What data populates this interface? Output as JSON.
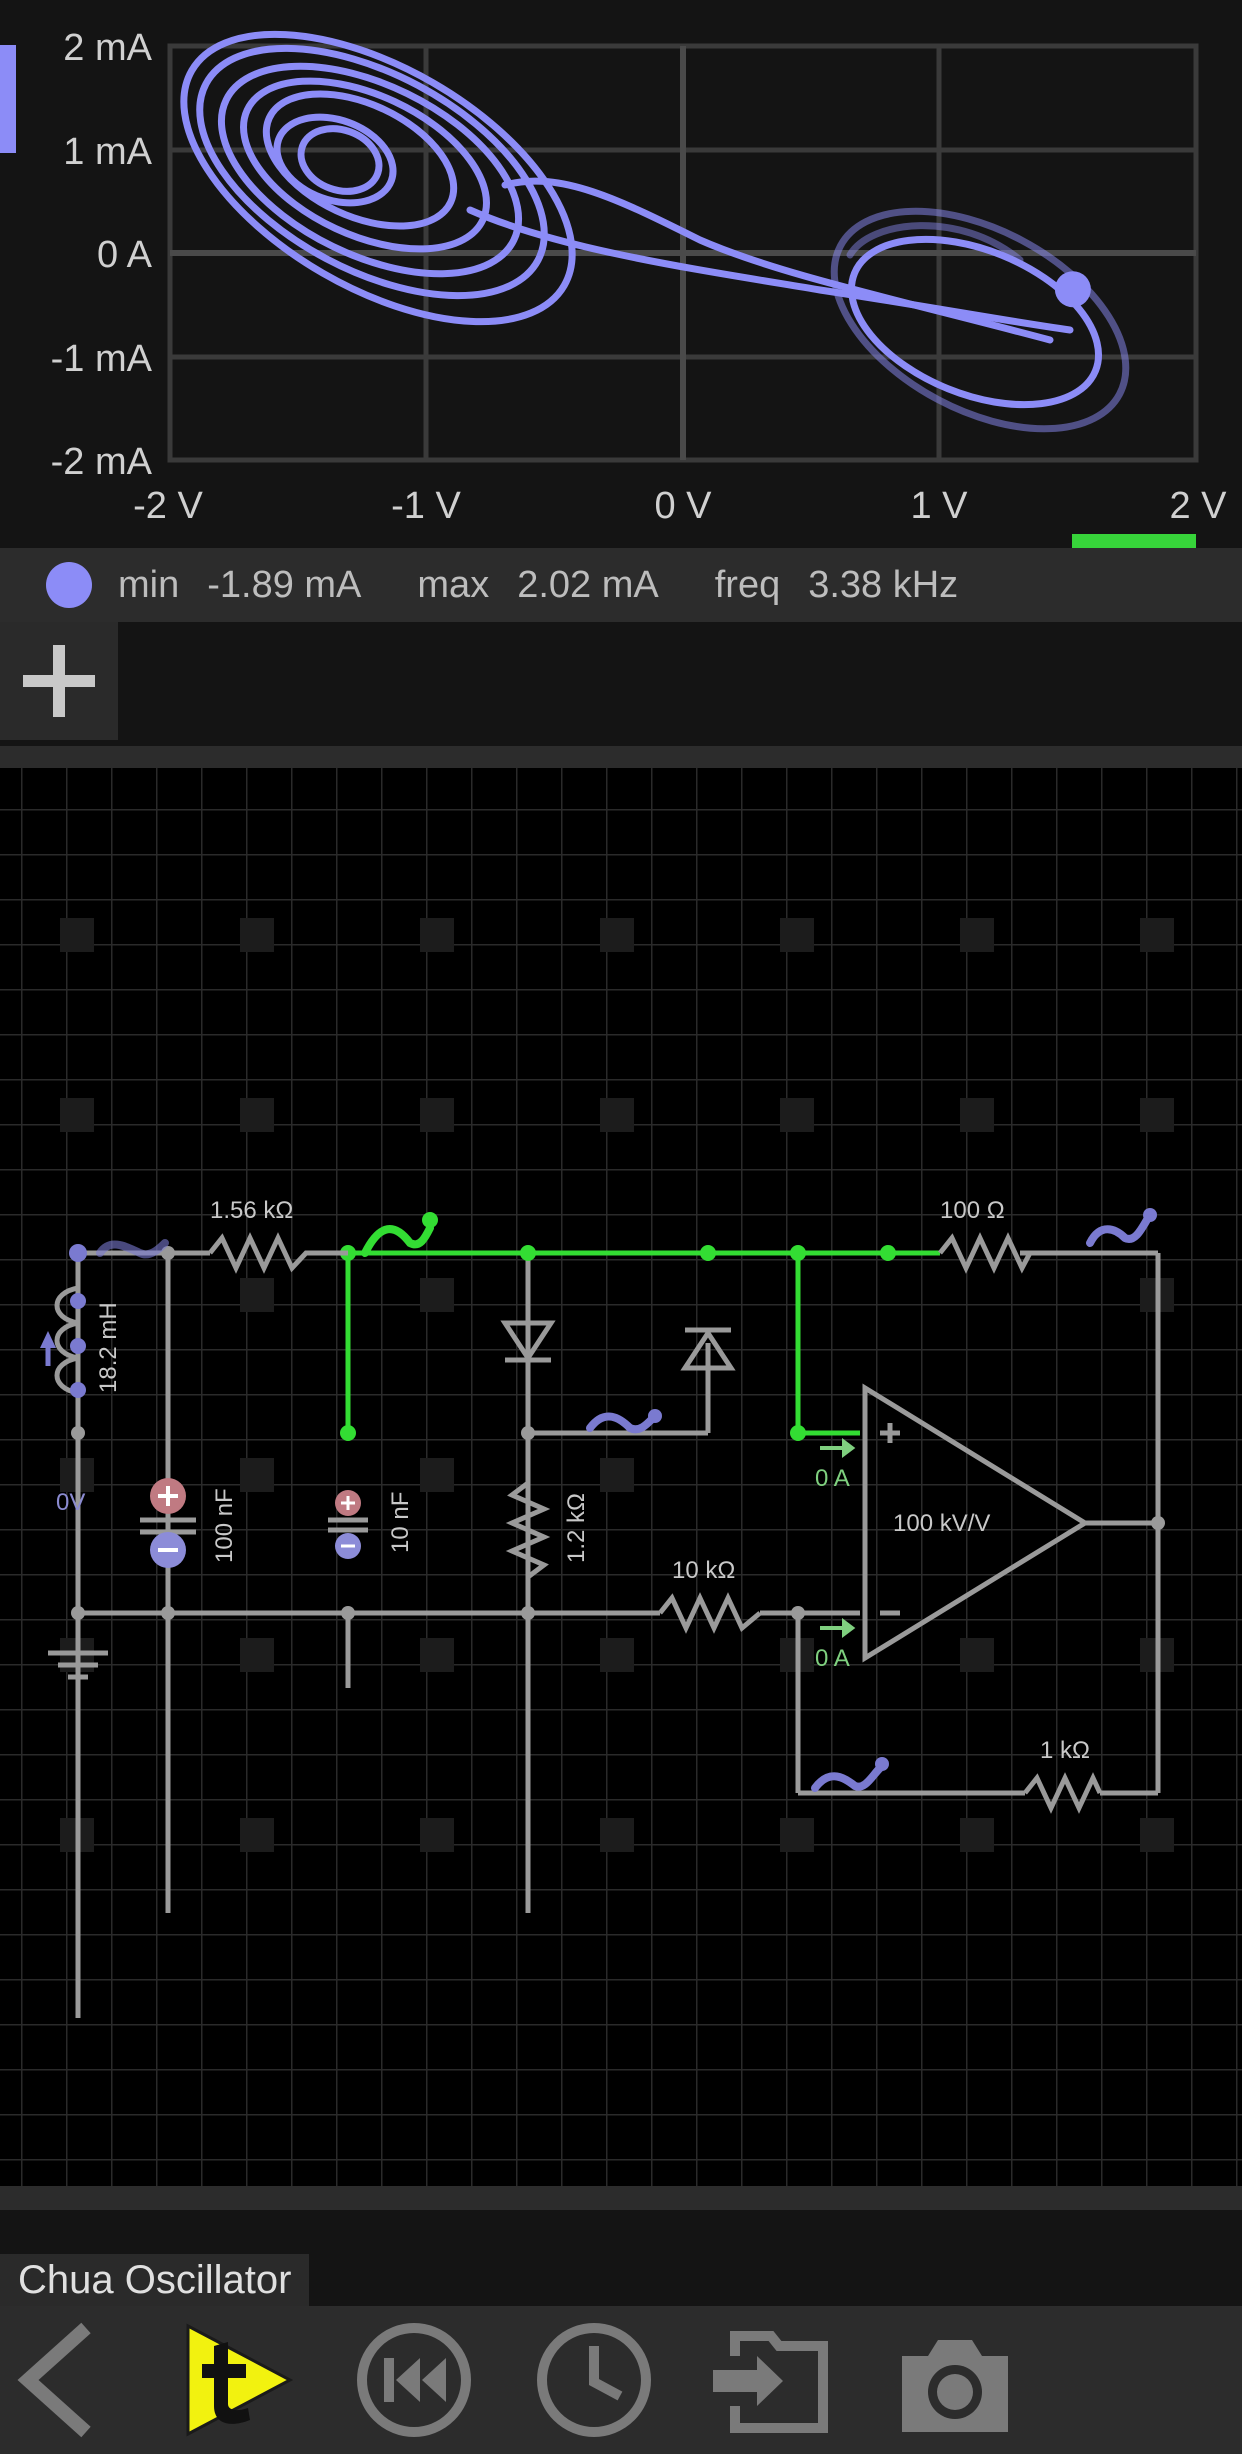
{
  "scope": {
    "y_ticks": [
      "2 mA",
      "1 mA",
      "0 A",
      "-1 mA",
      "-2 mA"
    ],
    "x_ticks": [
      "-2 V",
      "-1 V",
      "0 V",
      "1 V",
      "2 V"
    ],
    "trace_color": "#8c8cf7",
    "range_bar_color": "#37d43a"
  },
  "chart_data": {
    "type": "scatter",
    "x": [
      -2,
      -1,
      0,
      1,
      2
    ],
    "xlim": [
      -2,
      2
    ],
    "ylim": [
      -2,
      2
    ],
    "x_ticks": [
      "-2 V",
      "-1 V",
      "0 V",
      "1 V",
      "2 V"
    ],
    "y_ticks": [
      "2 mA",
      "1 mA",
      "0 A",
      "-1 mA",
      "-2 mA"
    ],
    "grid": true,
    "series": [
      {
        "x": [
          -1.8,
          -1.2,
          -1.4,
          -1.1,
          -0.9,
          -0.6,
          0.0,
          0.9,
          1.6,
          1.4,
          1.0,
          0.7,
          1.0,
          1.5
        ],
        "y": [
          1.6,
          1.2,
          0.5,
          0.1,
          0.3,
          1.0,
          0.2,
          -0.3,
          -1.6,
          -1.0,
          -0.2,
          0.2,
          0.1,
          -0.3
        ]
      }
    ],
    "marker": {
      "x": 1.52,
      "y": -0.35
    }
  },
  "info": {
    "min_label": "min",
    "min_value": "-1.89 mA",
    "max_label": "max",
    "max_value": "2.02 mA",
    "freq_label": "freq",
    "freq_value": "3.38 kHz"
  },
  "add_button_icon": "plus-icon",
  "components": {
    "resistor_1": "1.56 kΩ",
    "inductor": "18.2 mH",
    "capacitor_1": "100 nF",
    "capacitor_2": "10 nF",
    "resistor_2": "1.2 kΩ",
    "resistor_3": "10 kΩ",
    "resistor_4": "100 Ω",
    "resistor_5": "1 kΩ",
    "opamp_gain": "100 kV/V",
    "voltage_label": "0V",
    "current_plus": "0 A",
    "current_minus": "0 A"
  },
  "colors": {
    "active_wire": "#33dd33",
    "wire": "#9a9a9a",
    "probe": "#7a7ad0"
  },
  "circuit_title": "Chua Oscillator",
  "toolbar": {
    "icons": [
      "back-icon",
      "play-t-icon",
      "rewind-icon",
      "clock-icon",
      "import-icon",
      "camera-icon"
    ],
    "play_color": "#f2f20f"
  }
}
